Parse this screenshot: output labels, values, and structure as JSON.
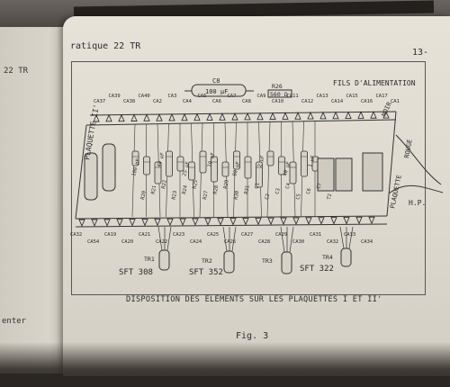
{
  "page": {
    "left_header": "22 TR",
    "left_bottom": "enter",
    "running_head": "ratique 22 TR",
    "page_number": "13-",
    "caption": "DISPOSITION DES ELEMENTS SUR LES PLAQUETTES I ET II'",
    "figure": "Fig. 3"
  },
  "diagram": {
    "power_label": "FILS D'ALIMENTATION",
    "plate_label": "PLAQUETTE II'",
    "c8_label": "C8",
    "c8_value": "100 µF",
    "r26_label": "R26",
    "r26_value": "560 Ω",
    "hp_label": "H.P.",
    "noir_label": "NOIR",
    "rouge_label": "ROUGE",
    "plaquette_label": "PLAQUETTE",
    "top_labels": [
      "CA37",
      "CA39",
      "CA38",
      "CA40",
      "CA2",
      "CA3",
      "CA4",
      "CA5",
      "CA6",
      "CA7",
      "CA8",
      "CA9",
      "CA10",
      "CA11",
      "CA12",
      "CA13",
      "CA14",
      "CA15",
      "CA16",
      "CA17",
      "CA1"
    ],
    "bottom_labels": [
      "CA32",
      "CA54",
      "CA19",
      "CA20",
      "CA21",
      "CA22",
      "CA23",
      "CA24",
      "CA25",
      "CA26",
      "CA27",
      "CA28",
      "CA29",
      "CA30",
      "CA31",
      "CA32",
      "CA33",
      "CA34"
    ],
    "transistors": [
      {
        "label": "TR1",
        "type": "SFT 308"
      },
      {
        "label": "TR2",
        "type": "SFT 352"
      },
      {
        "label": "TR3",
        "type": "SFT 322"
      },
      {
        "label": "TR4",
        "type": ""
      }
    ],
    "component_labels": [
      "R20",
      "R21",
      "R22",
      "R23",
      "R24",
      "R25",
      "R27",
      "R28",
      "R29",
      "R30",
      "R31",
      "C1",
      "C2",
      "C3",
      "C4",
      "C5",
      "C6",
      "C7",
      "T2"
    ],
    "value_labels": [
      "100 pF",
      "40 µF",
      "25 µF",
      "10 µF",
      "80 µF",
      "2 µF",
      "40 µF",
      "1 µF"
    ],
    "colors": {
      "ink": "#2a2a2a",
      "paper": "#e2ded4"
    }
  }
}
